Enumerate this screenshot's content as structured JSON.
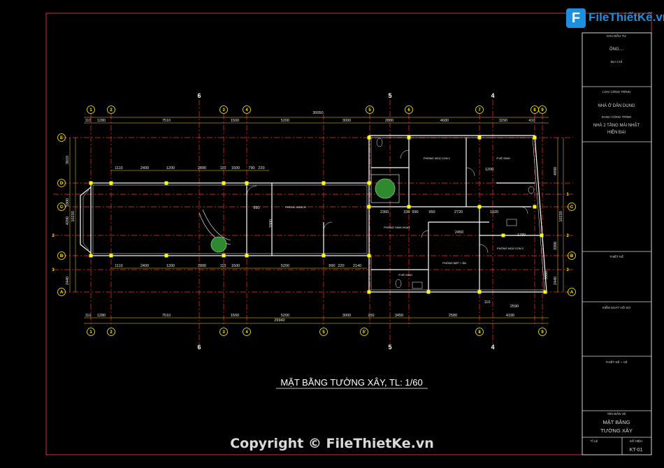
{
  "logo": {
    "mark": "F",
    "text": "FileThiếtKế.vn"
  },
  "watermark": "Copyright © FileThietKe.vn",
  "drawing_title": "MẶT BẰNG TƯỜNG XÂY, TL: 1/60",
  "title_block": {
    "owner_label": "CHỦ ĐẦU TƯ",
    "owner_value": "ÔNG....",
    "address_label": "ĐỊA CHỈ",
    "type_label": "LOẠI CÔNG TRÌNH",
    "type_value": "NHÀ Ở DÂN DỤNG",
    "project_label": "DANH CÔNG TRÌNH",
    "project_value_1": "NHÀ 2 TẦNG MÁI NHẬT",
    "project_value_2": "HIỆN ĐẠI",
    "design_label": "THIẾT KẾ",
    "check_label": "KIỂM SOÁT HỒ SƠ",
    "draw_label": "THIẾT KẾ + VẼ",
    "sheet_name_label": "TÊN BẢN VẼ",
    "sheet_name_1": "MẶT BẰNG",
    "sheet_name_2": "TƯỜNG XÂY",
    "scale_label": "TỈ LỆ",
    "sheet_no_label": "SỐ HIỆU",
    "sheet_no": "KT-01"
  },
  "grid": {
    "top_axes": [
      "1",
      "2",
      "3",
      "4",
      "5",
      "6",
      "7",
      "8",
      "9"
    ],
    "big_axes": [
      "6",
      "5",
      "4"
    ],
    "bottom_axes": [
      "1",
      "2",
      "3",
      "4",
      "5",
      "5'",
      "6",
      "8",
      "9"
    ],
    "row_axes": [
      "E",
      "D",
      "C",
      "2",
      "B",
      "3",
      "A"
    ],
    "row_axes_right": [
      "1",
      "C",
      "2",
      "B",
      "3",
      "A"
    ]
  },
  "dimensions": {
    "top_total": "30050",
    "top_row": [
      "110",
      "1280",
      "7510",
      "1500",
      "5200",
      "3000",
      "2800",
      "4680",
      "3290",
      "410"
    ],
    "upper_row": [
      "1110",
      "2400",
      "1200",
      "2890",
      "110",
      "1500",
      "790",
      "220"
    ],
    "mid_row": [
      "1110",
      "2400",
      "1200",
      "2890",
      "110",
      "1500",
      "5200",
      "890",
      "220",
      "2140"
    ],
    "bottom_row": [
      "110",
      "1280",
      "7510",
      "1500",
      "5200",
      "3000",
      "250",
      "3450",
      "2580",
      "4190"
    ],
    "bottom_total": "29940",
    "left_side": [
      "3010",
      "10230",
      "4200",
      "3300",
      "2440"
    ],
    "right_side": [
      "4990",
      "10230",
      "3300",
      "2440"
    ],
    "inner": [
      "2360",
      "330",
      "990",
      "950",
      "2720",
      "1920",
      "2450",
      "1780",
      "2590",
      "110",
      "1200",
      "1800",
      "3300",
      "990"
    ]
  },
  "rooms": [
    "PHÒNG NGỦ CON 1",
    "PHÒNG KHÁCH",
    "PHÒNG SINH HOẠT",
    "PHÒNG BẾP + ĂN",
    "PHÒNG NGỦ CON 2",
    "P.VỆ SINH",
    "P.VỆ SINH"
  ],
  "colors": {
    "frame": "#cc3333",
    "wall": "#ffffff",
    "axis": "#ff3030",
    "dim_line": "#ffd700",
    "column": "#ffff00",
    "tree": "#2f8a2f"
  }
}
